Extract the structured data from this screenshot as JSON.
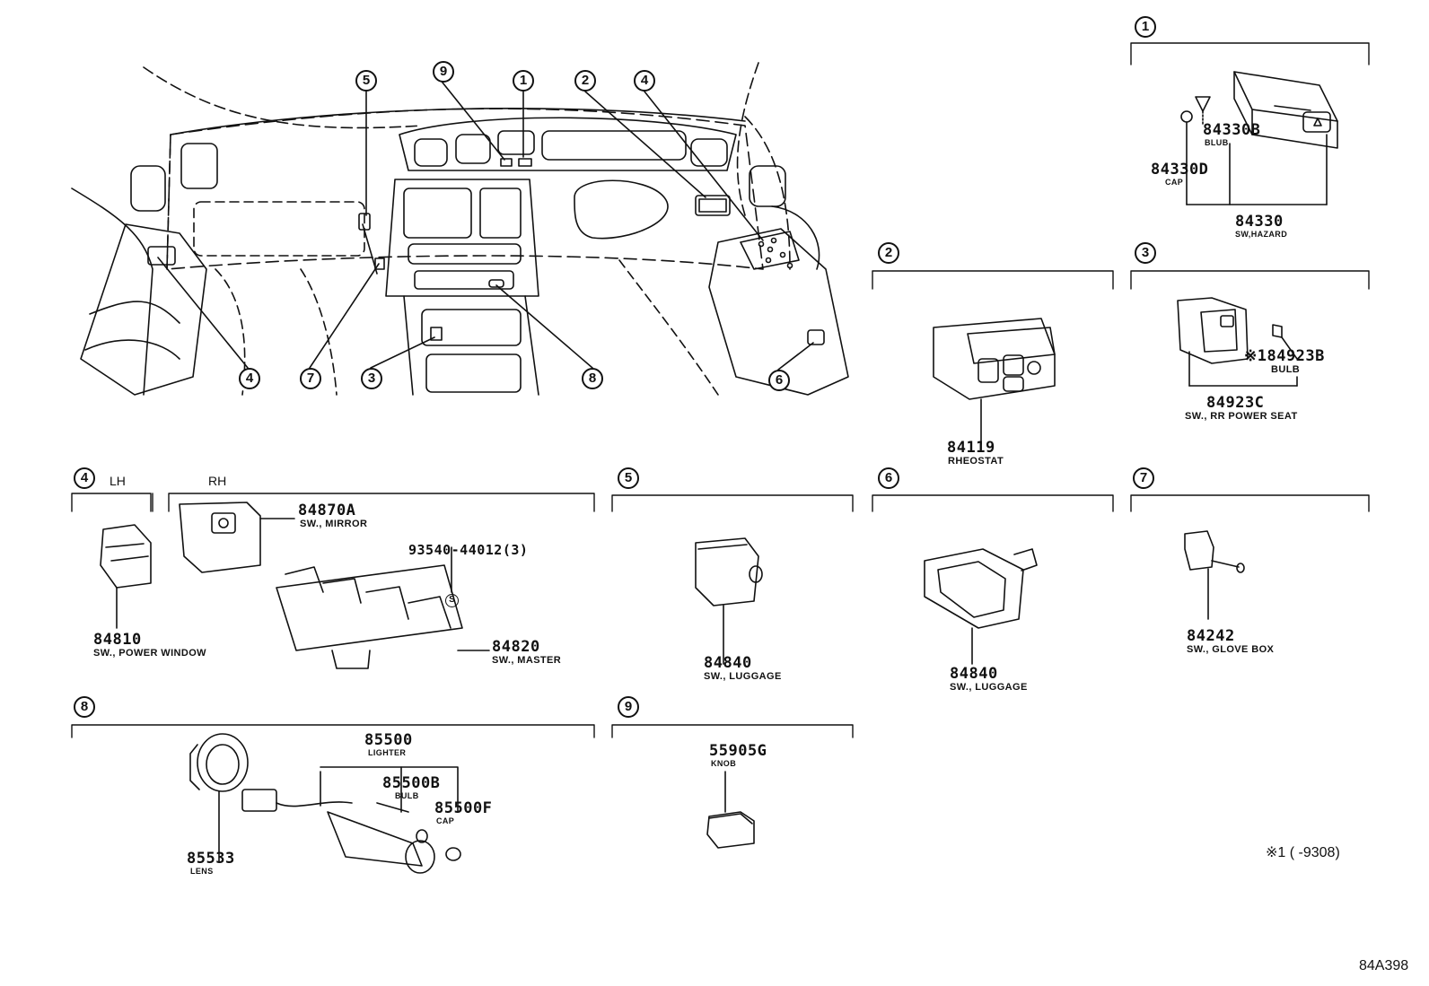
{
  "overview_callouts": {
    "c5": "5",
    "c9": "9",
    "c1": "1",
    "c2": "2",
    "c4a": "4",
    "c4b": "4",
    "c7": "7",
    "c3": "3",
    "c8": "8",
    "c6": "6"
  },
  "sections": {
    "s1": {
      "number": "1",
      "parts": [
        {
          "code": "84330B",
          "desc": "BLUB"
        },
        {
          "code": "84330D",
          "desc": "CAP"
        },
        {
          "code": "84330",
          "desc": "SW,HAZARD"
        }
      ]
    },
    "s2": {
      "number": "2",
      "parts": [
        {
          "code": "84119",
          "desc": "RHEOSTAT"
        }
      ]
    },
    "s3": {
      "number": "3",
      "parts": [
        {
          "code": "※184923B",
          "desc": "BULB"
        },
        {
          "code": "84923C",
          "desc": "SW., RR POWER SEAT"
        }
      ]
    },
    "s4": {
      "number": "4",
      "lh": "LH",
      "rh": "RH",
      "parts": [
        {
          "code": "84870A",
          "desc": "SW., MIRROR"
        },
        {
          "code": "93540-44012(3)",
          "desc": ""
        },
        {
          "code": "84810",
          "desc": "SW., POWER WINDOW"
        },
        {
          "code": "84820",
          "desc": "SW., MASTER"
        }
      ],
      "s_marker": "S"
    },
    "s5": {
      "number": "5",
      "parts": [
        {
          "code": "84840",
          "desc": "SW., LUGGAGE"
        }
      ]
    },
    "s6": {
      "number": "6",
      "parts": [
        {
          "code": "84840",
          "desc": "SW., LUGGAGE"
        }
      ]
    },
    "s7": {
      "number": "7",
      "parts": [
        {
          "code": "84242",
          "desc": "SW., GLOVE BOX"
        }
      ]
    },
    "s8": {
      "number": "8",
      "parts": [
        {
          "code": "85500",
          "desc": "LIGHTER"
        },
        {
          "code": "85500B",
          "desc": "BULB"
        },
        {
          "code": "85500F",
          "desc": "CAP"
        },
        {
          "code": "85533",
          "desc": "LENS"
        }
      ]
    },
    "s9": {
      "number": "9",
      "parts": [
        {
          "code": "55905G",
          "desc": "KNOB"
        }
      ]
    }
  },
  "footnote": "※1 (      -9308)",
  "diagram_id": "84A398"
}
